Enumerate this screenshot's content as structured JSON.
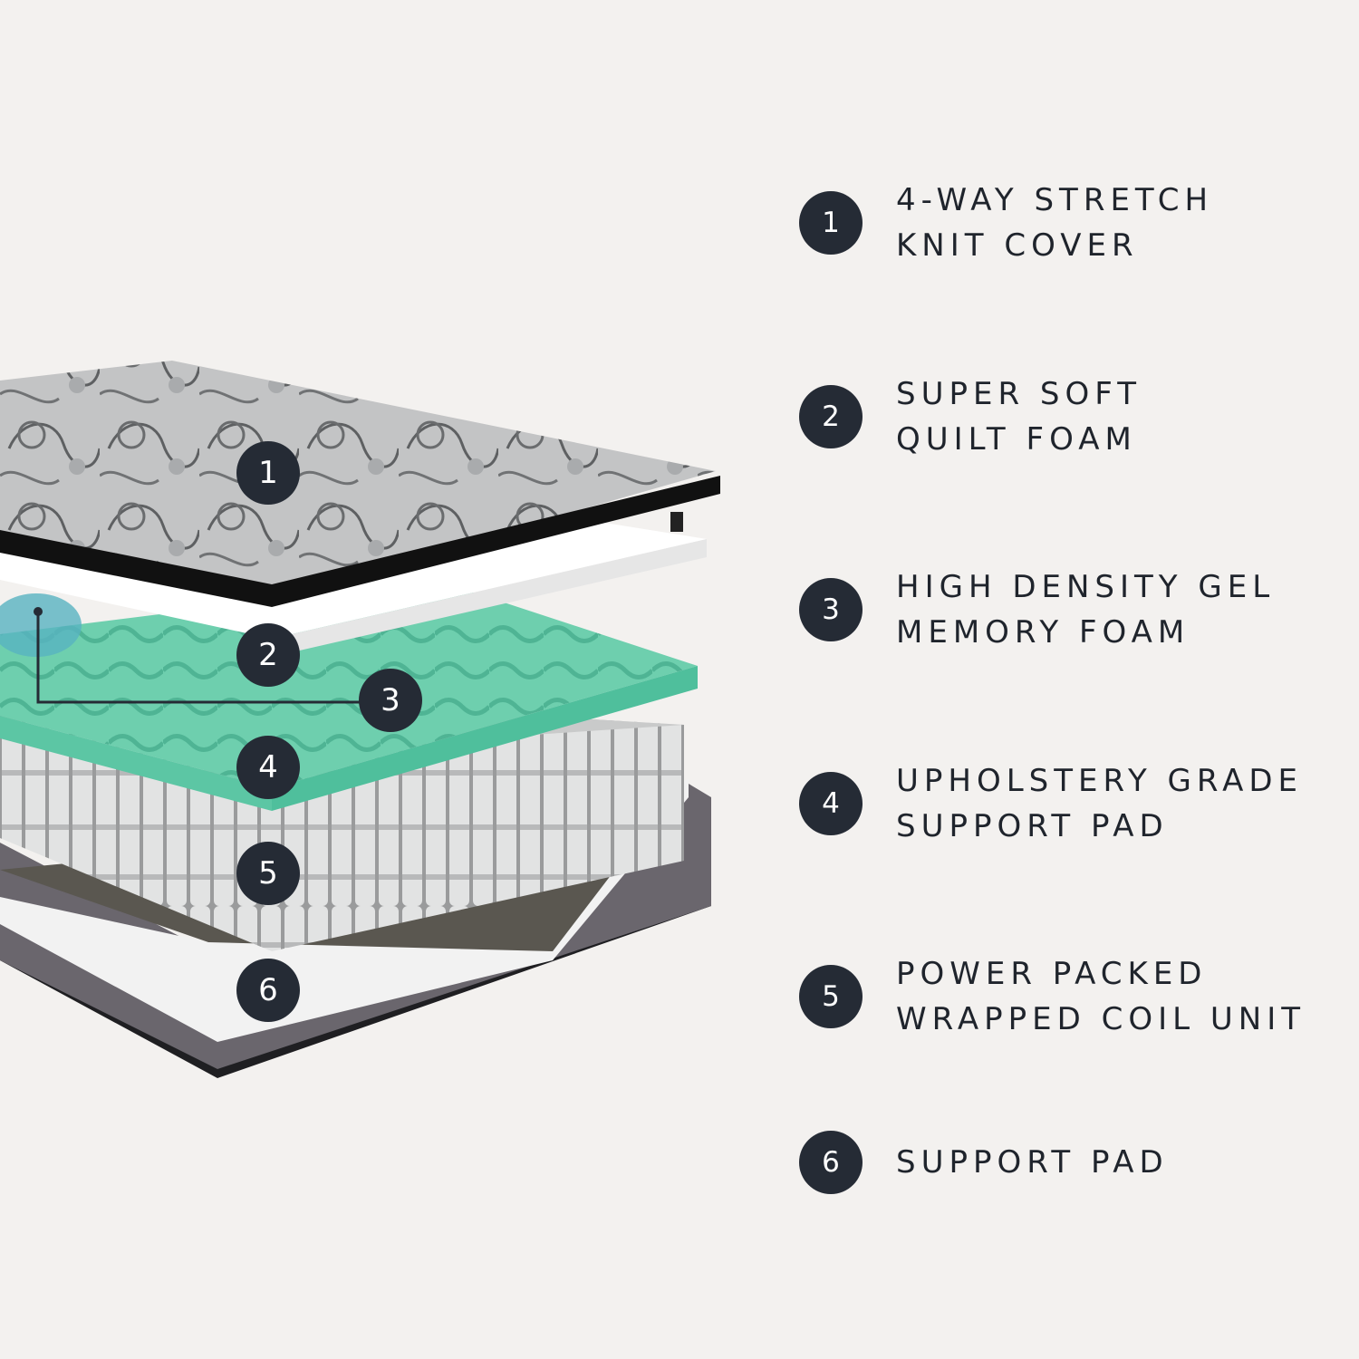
{
  "colors": {
    "background": "#f3f1ef",
    "badge": "#252b35",
    "text": "#1f242c",
    "cover": "#bfc0c1",
    "gel_foam": "#7fd4b8",
    "coil": "#dcdddd",
    "base": "#66626a"
  },
  "diagram_markers": [
    "1",
    "2",
    "3",
    "4",
    "5",
    "6"
  ],
  "legend": [
    {
      "number": "1",
      "line1": "4-WAY STRETCH",
      "line2": "KNIT COVER"
    },
    {
      "number": "2",
      "line1": "SUPER SOFT",
      "line2": "QUILT FOAM"
    },
    {
      "number": "3",
      "line1": "HIGH DENSITY GEL",
      "line2": "MEMORY FOAM"
    },
    {
      "number": "4",
      "line1": "UPHOLSTERY GRADE",
      "line2": "SUPPORT PAD"
    },
    {
      "number": "5",
      "line1": "POWER PACKED",
      "line2": "WRAPPED COIL UNIT"
    },
    {
      "number": "6",
      "line1": "SUPPORT PAD",
      "line2": ""
    }
  ]
}
